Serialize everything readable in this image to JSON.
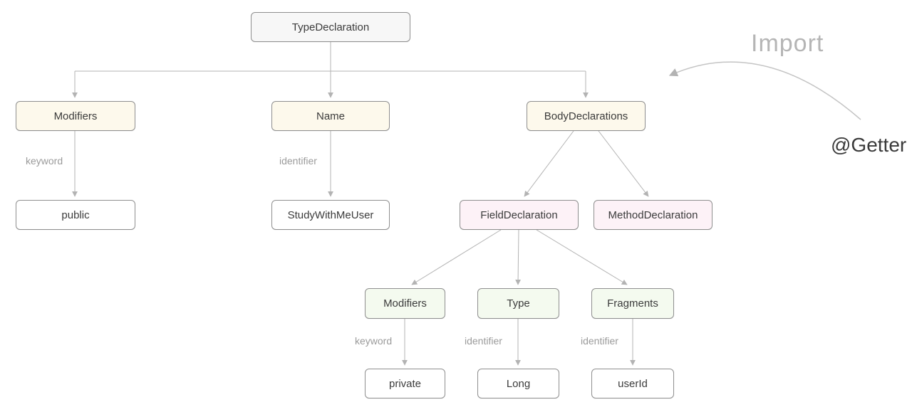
{
  "diagram": {
    "nodes": {
      "type_declaration": "TypeDeclaration",
      "modifiers": "Modifiers",
      "name": "Name",
      "body_declarations": "BodyDeclarations",
      "public": "public",
      "study_with_me_user": "StudyWithMeUser",
      "field_declaration": "FieldDeclaration",
      "method_declaration": "MethodDeclaration",
      "field_modifiers": "Modifiers",
      "field_type": "Type",
      "fragments": "Fragments",
      "private": "private",
      "long": "Long",
      "user_id": "userId"
    },
    "edge_labels": {
      "modifiers_keyword": "keyword",
      "name_identifier": "identifier",
      "field_modifiers_keyword": "keyword",
      "field_type_identifier": "identifier",
      "fragments_identifier": "identifier"
    },
    "annotations": {
      "import_label": "Import",
      "getter_label": "@Getter"
    },
    "colors": {
      "root_bg": "#f7f7f7",
      "level1_bg": "#fdf9ec",
      "declaration_bg": "#fdf2f7",
      "level3_bg": "#f4faef",
      "leaf_bg": "#ffffff",
      "border": "#8f8f8f",
      "edge": "#b3b3b3",
      "edge_label_text": "#9b9b9b",
      "import_text": "#b5b5b5",
      "getter_text": "#3a3a3a"
    }
  }
}
